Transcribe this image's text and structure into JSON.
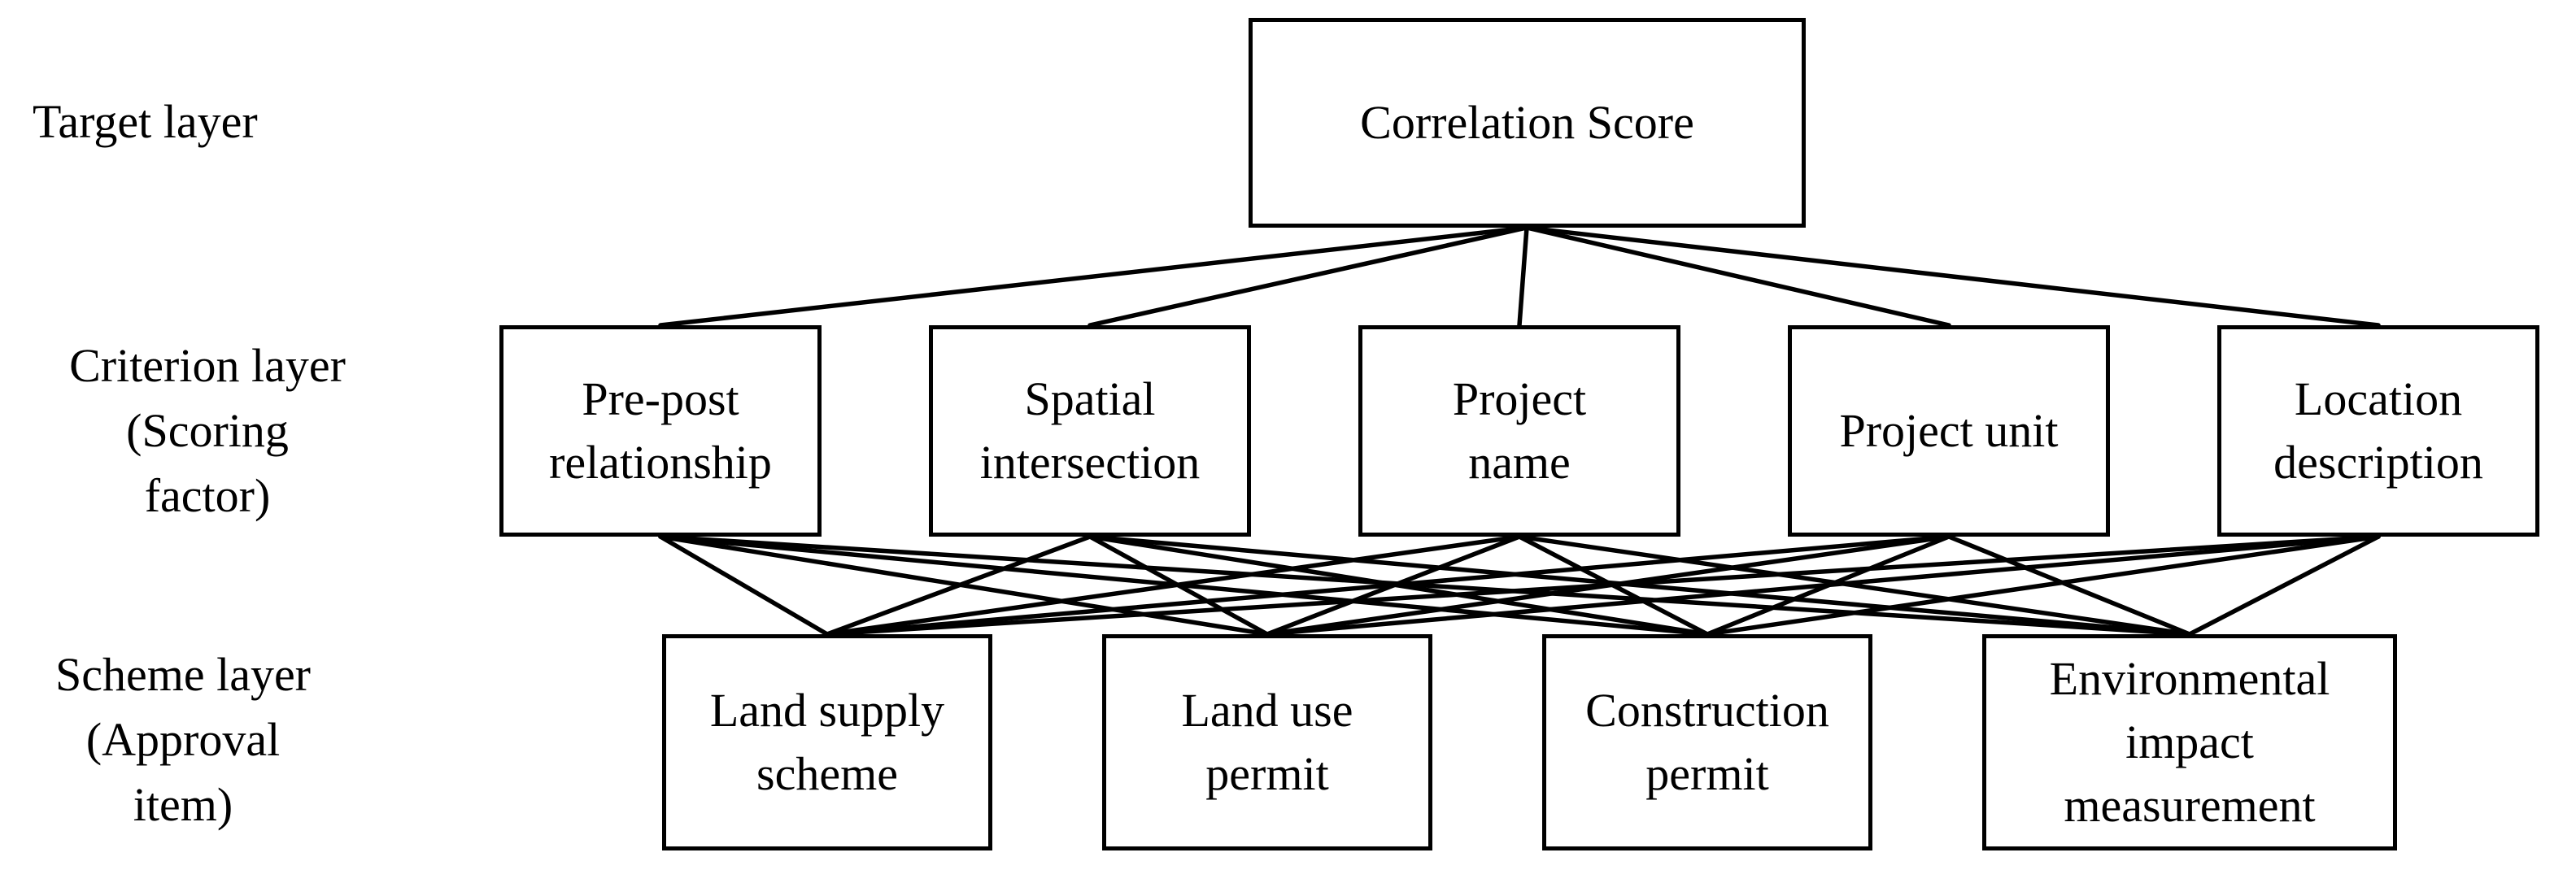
{
  "layers": {
    "target": "Target layer",
    "criterion": "Criterion layer\n(Scoring\nfactor)",
    "scheme": "Scheme layer\n(Approval\nitem)"
  },
  "target_node": "Correlation Score",
  "criteria": [
    "Pre-post\nrelationship",
    "Spatial\nintersection",
    "Project\nname",
    "Project unit",
    "Location\ndescription"
  ],
  "schemes": [
    "Land supply\nscheme",
    "Land use\npermit",
    "Construction\npermit",
    "Environmental\nimpact\nmeasurement"
  ],
  "edges": {
    "target_to_criteria": "all",
    "criteria_to_schemes": "all"
  }
}
